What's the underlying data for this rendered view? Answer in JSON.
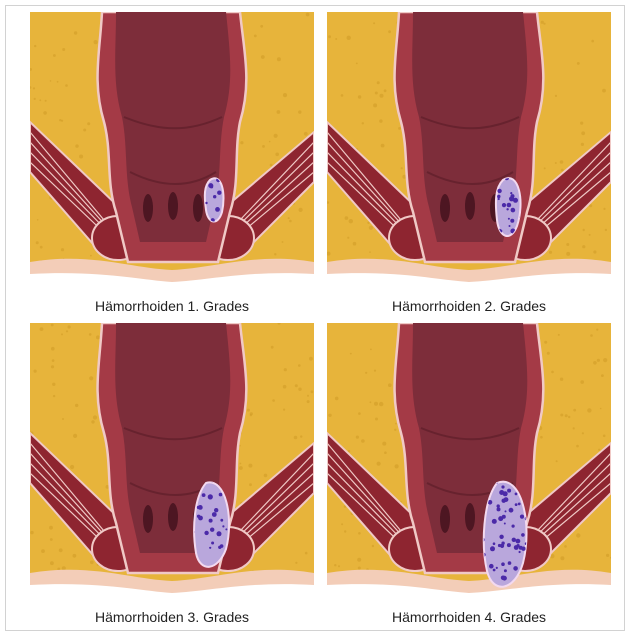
{
  "panels": [
    {
      "caption": "Hämorrhoiden 1. Grades",
      "grade": 1
    },
    {
      "caption": "Hämorrhoiden 2. Grades",
      "grade": 2
    },
    {
      "caption": "Hämorrhoiden 3. Grades",
      "grade": 3
    },
    {
      "caption": "Hämorrhoiden 4. Grades",
      "grade": 4
    }
  ],
  "colors": {
    "fat": "#e7b43b",
    "fat_speckle": "#d09a27",
    "muscle": "#8e2530",
    "muscle_stripe": "#f0c9c6",
    "wall": "#a43a46",
    "lumen": "#7d2d3a",
    "skin": "#f3cdb8",
    "hemorrhoid": "#b9a7dc",
    "vessel": "#4b2aa8"
  }
}
